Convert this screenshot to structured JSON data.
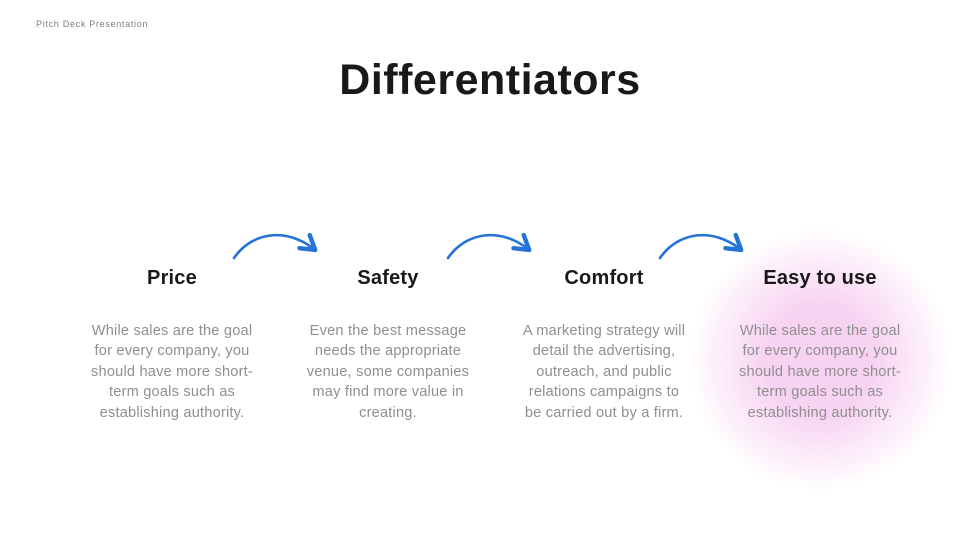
{
  "page": {
    "eyebrow": "Pitch Deck Presentation",
    "title": "Differentiators"
  },
  "colors": {
    "arrow_blue": "#2473d9",
    "blob_pink": "#f7d2f1",
    "heading_text": "#191919",
    "body_text": "#8f8f8f",
    "eyebrow_text": "#7d7d7d",
    "background": "#ffffff"
  },
  "columns": [
    {
      "heading": "Price",
      "body": "While sales are the goal\nfor every company, you\nshould have more short-\nterm goals such as\nestablishing authority."
    },
    {
      "heading": "Safety",
      "body": "Even the best message\nneeds the appropriate\nvenue, some companies\nmay find more value in\ncreating."
    },
    {
      "heading": "Comfort",
      "body": "A marketing strategy will\ndetail the advertising,\noutreach, and public\nrelations campaigns to\nbe carried out by a firm."
    },
    {
      "heading": "Easy to use",
      "body": "While sales are the goal\nfor every company, you\nshould have more short-\nterm goals such as\nestablishing authority."
    }
  ],
  "arrows": [
    {
      "name": "arrow-price-to-safety"
    },
    {
      "name": "arrow-safety-to-comfort"
    },
    {
      "name": "arrow-comfort-to-easy-to-use"
    }
  ]
}
